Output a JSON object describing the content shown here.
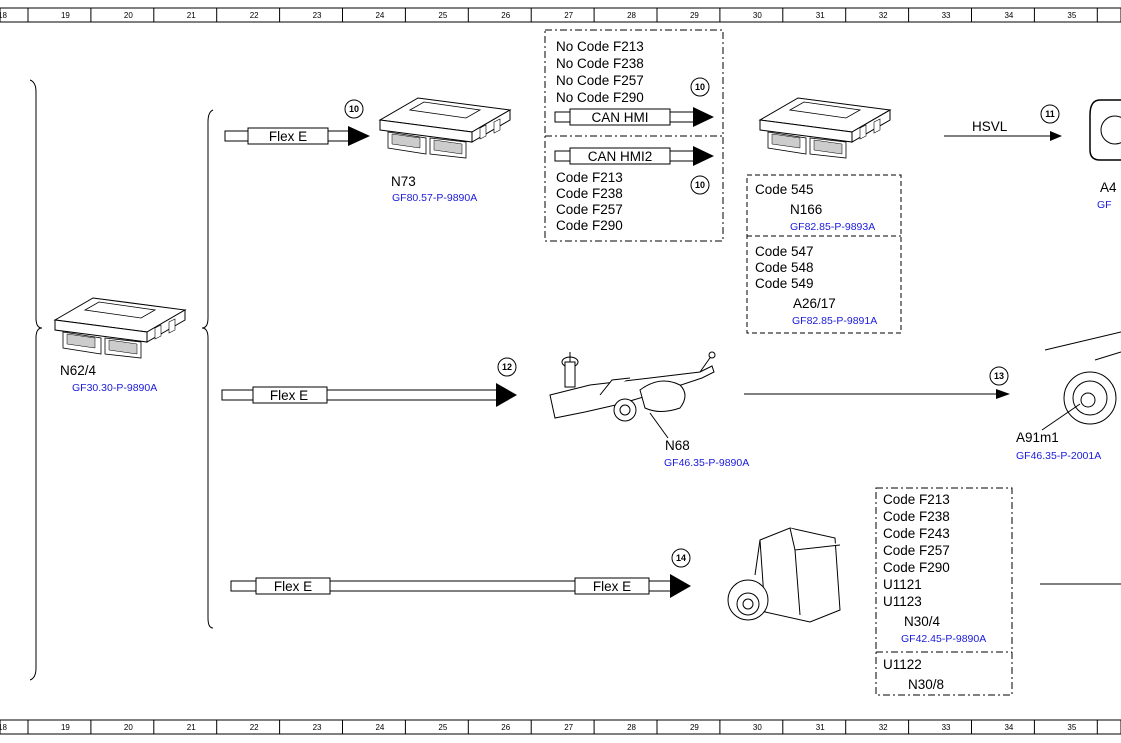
{
  "ruler": [
    "18",
    "19",
    "20",
    "21",
    "22",
    "23",
    "24",
    "25",
    "26",
    "27",
    "28",
    "29",
    "30",
    "31",
    "32",
    "33",
    "34",
    "35"
  ],
  "components": {
    "n62_4": {
      "name": "N62/4",
      "ref": "GF30.30-P-9890A"
    },
    "n73": {
      "name": "N73",
      "ref": "GF80.57-P-9890A"
    },
    "n166": {
      "name": "N166",
      "ref": "GF82.85-P-9893A"
    },
    "a26_17": {
      "name": "A26/17",
      "ref": "GF82.85-P-9891A"
    },
    "a4_partial": {
      "name": "A4",
      "ref": "GF"
    },
    "n68": {
      "name": "N68",
      "ref": "GF46.35-P-9890A"
    },
    "a91m1": {
      "name": "A91m1",
      "ref": "GF46.35-P-2001A"
    },
    "n30_4": {
      "name": "N30/4",
      "ref": "GF42.45-P-9890A"
    },
    "n30_8": {
      "name": "N30/8"
    }
  },
  "lines": {
    "flex_e": "Flex E",
    "can_hmi": "CAN HMI",
    "can_hmi2": "CAN HMI2",
    "hsvl": "HSVL"
  },
  "codes": {
    "no_code_group": [
      "No Code F213",
      "No Code F238",
      "No Code F257",
      "No Code F290"
    ],
    "code_group": [
      "Code F213",
      "Code F238",
      "Code F257",
      "Code F290"
    ],
    "n166_group": [
      "Code 545"
    ],
    "a26_group": [
      "Code 547",
      "Code 548",
      "Code 549"
    ],
    "n30_4_group": [
      "Code F213",
      "Code F238",
      "Code F243",
      "Code F257",
      "Code F290",
      "U1121",
      "U1123"
    ],
    "n30_8_group": [
      "U1122"
    ]
  },
  "callouts": [
    "10",
    "10",
    "10",
    "11",
    "12",
    "13",
    "14"
  ]
}
